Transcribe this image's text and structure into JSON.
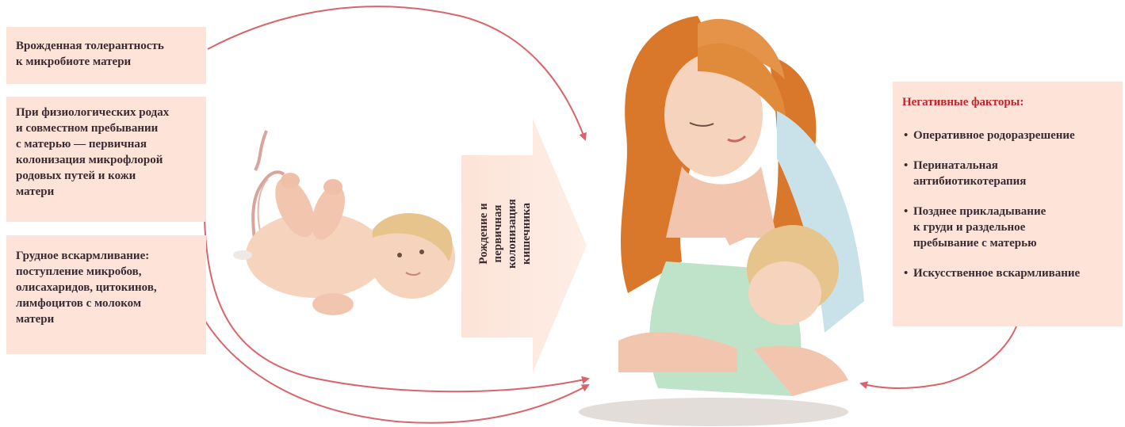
{
  "boxes": {
    "tolerance": "Врожденная толерантность\nк микробиоте матери",
    "birth": "При физиологических родах\nи  совместном пребывании\nс матерью — первичная\nколонизация микрофлорой\nродовых путей и  кожи\nматери",
    "breastfeeding": "Грудное вскармливание:\nпоступление микробов,\nолисахаридов, цитокинов,\nлимфоцитов с молоком\nматери"
  },
  "arrow_label": "Рождение и первичная\nколонизация\nкишечника",
  "negative": {
    "title": "Негативные факторы:",
    "items": [
      "Оперативное родоразрешение",
      "Перинатальная\nантибиотикотерапия",
      "Позднее прикладывание\nк груди и раздельное\nпребывание с матерью",
      "Искусственное вскармливание"
    ]
  },
  "colors": {
    "box_fill": "#fde3d8",
    "arrow": "#d9646a",
    "title_red": "#c9202a",
    "hair": "#d9772b",
    "skin": "#f6d3bd",
    "blanket": "#bfe3c9"
  }
}
